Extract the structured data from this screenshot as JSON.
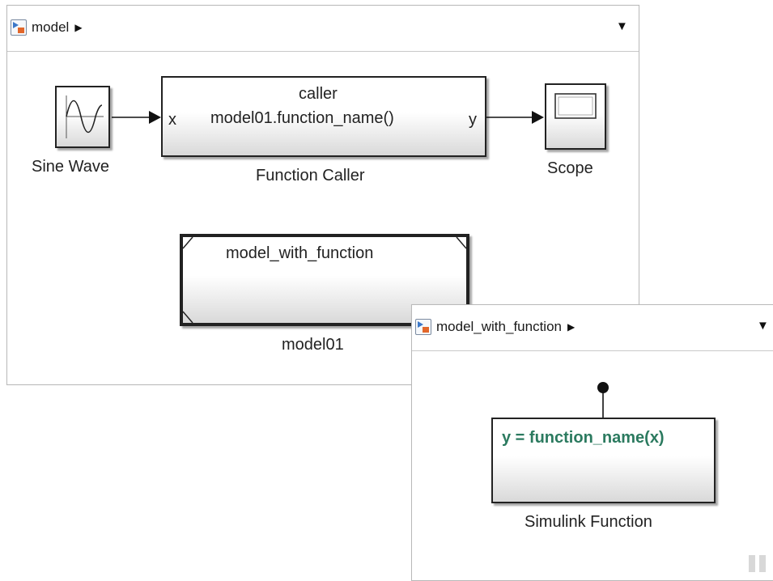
{
  "main_window": {
    "breadcrumb": "model",
    "blocks": {
      "sine_wave": {
        "label": "Sine Wave"
      },
      "function_caller": {
        "label": "Function Caller",
        "title": "caller",
        "call": "model01.function_name()",
        "port_in": "x",
        "port_out": "y"
      },
      "scope": {
        "label": "Scope"
      },
      "model_reference": {
        "title": "model_with_function",
        "label": "model01"
      }
    }
  },
  "sub_window": {
    "breadcrumb": "model_with_function",
    "blocks": {
      "simulink_function": {
        "signature": "y = function_name(x)",
        "label": "Simulink Function",
        "signature_color": "#2b7a5f"
      }
    }
  },
  "icons": [
    "model-icon",
    "breadcrumb-arrow-icon",
    "dropdown-caret-icon",
    "sine-wave-icon",
    "scope-screen-icon",
    "trigger-port-icon",
    "pause-icon"
  ]
}
